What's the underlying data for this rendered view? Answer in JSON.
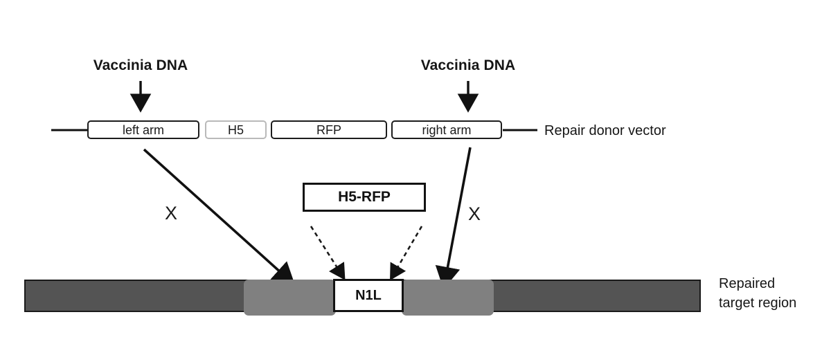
{
  "figure": {
    "title_text_present": false,
    "background_color": "#ffffff"
  },
  "annotations": {
    "vaccinia_left": "Vaccinia DNA",
    "vaccinia_right": "Vaccinia DNA",
    "donor_vector_label": "Repair donor vector",
    "target_label_line1": "Repaired",
    "target_label_line2": "target region",
    "crossover_left": "X",
    "crossover_right": "X"
  },
  "donor_vector": {
    "features": [
      {
        "label": "left arm",
        "style": "dark-border"
      },
      {
        "label": "H5",
        "style": "light-border"
      },
      {
        "label": "RFP",
        "style": "dark-border"
      },
      {
        "label": "right arm",
        "style": "dark-border"
      }
    ]
  },
  "insert_cassette": {
    "label": "H5-RFP"
  },
  "target_region": {
    "segments": [
      {
        "name": "left-flank-dark",
        "label": "",
        "shade": "#545454"
      },
      {
        "name": "left-homology",
        "label": "",
        "shade": "#808080"
      },
      {
        "name": "gene-locus",
        "label": "N1L",
        "shade": "#ffffff"
      },
      {
        "name": "right-homology",
        "label": "",
        "shade": "#808080"
      },
      {
        "name": "right-flank-dark",
        "label": "",
        "shade": "#545454"
      }
    ],
    "gene_label": "N1L"
  },
  "colors": {
    "dark_segment": "#545454",
    "light_segment": "#808080",
    "outline": "#1a1a1a",
    "light_outline": "#b9b9b9",
    "text": "#161616"
  }
}
